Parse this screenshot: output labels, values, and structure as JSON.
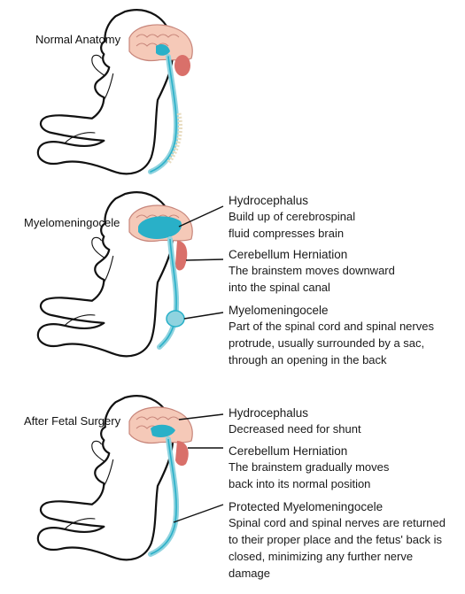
{
  "colors": {
    "brain": "#f5c9b8",
    "brain_fold": "#c7857a",
    "cerebellum": "#d9706a",
    "csf": "#8fd3df",
    "ventricle": "#29b0c8",
    "spine_tan": "#e8dcc0",
    "outline": "#111111"
  },
  "panels": [
    {
      "title": "Normal Anatomy",
      "notes": []
    },
    {
      "title": "Myelomeningocele",
      "notes": [
        {
          "title": "Hydrocephalus",
          "text": "Build up of cerebrospinal fluid compresses brain"
        },
        {
          "title": "Cerebellum Herniation",
          "text": "The brainstem moves downward into the spinal canal"
        },
        {
          "title": "Myelomeningocele",
          "text": "Part of the spinal cord and spinal nerves protrude, usually surrounded by a sac, through an opening in the back"
        }
      ]
    },
    {
      "title": "After Fetal Surgery",
      "notes": [
        {
          "title": "Hydrocephalus",
          "text": "Decreased need for shunt"
        },
        {
          "title": "Cerebellum Herniation",
          "text": "The brainstem gradually moves back into its normal position"
        },
        {
          "title": "Protected Myelomeningocele",
          "text": "Spinal cord and spinal nerves are returned to their proper place and the fetus' back is closed, minimizing any further nerve damage"
        }
      ]
    }
  ]
}
